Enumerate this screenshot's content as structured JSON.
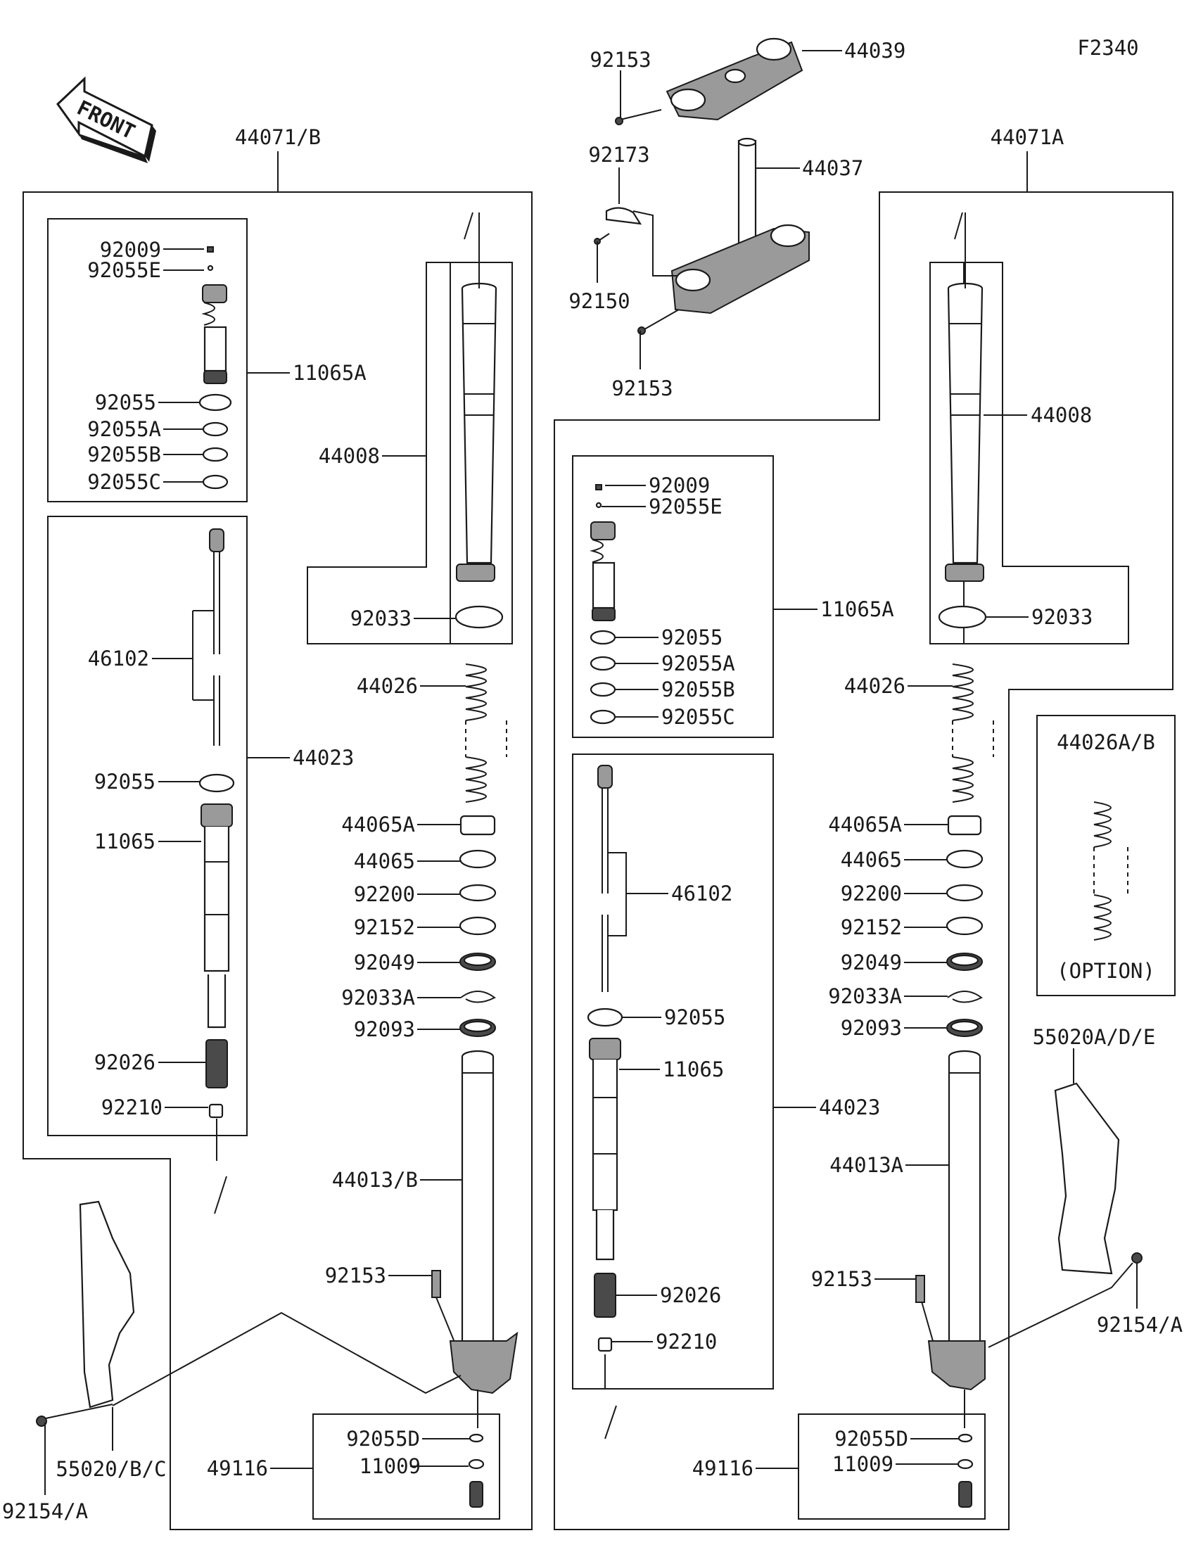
{
  "diagram_code": "F2340",
  "front_arrow_text": "FRONT",
  "callouts": [
    {
      "id": "c01",
      "text": "44071/B",
      "anchor": "middle"
    },
    {
      "id": "c02",
      "text": "92009",
      "anchor": "end"
    },
    {
      "id": "c03",
      "text": "92055E",
      "anchor": "end"
    },
    {
      "id": "c04",
      "text": "11065A",
      "anchor": "start"
    },
    {
      "id": "c05",
      "text": "92055",
      "anchor": "end"
    },
    {
      "id": "c06",
      "text": "92055A",
      "anchor": "end"
    },
    {
      "id": "c07",
      "text": "92055B",
      "anchor": "end"
    },
    {
      "id": "c08",
      "text": "92055C",
      "anchor": "end"
    },
    {
      "id": "c09",
      "text": "46102",
      "anchor": "end"
    },
    {
      "id": "c10",
      "text": "44023",
      "anchor": "start"
    },
    {
      "id": "c11",
      "text": "92055",
      "anchor": "end"
    },
    {
      "id": "c12",
      "text": "11065",
      "anchor": "end"
    },
    {
      "id": "c13",
      "text": "92026",
      "anchor": "end"
    },
    {
      "id": "c14",
      "text": "92210",
      "anchor": "end"
    },
    {
      "id": "c15",
      "text": "44008",
      "anchor": "end"
    },
    {
      "id": "c16",
      "text": "92033",
      "anchor": "end"
    },
    {
      "id": "c17",
      "text": "44026",
      "anchor": "end"
    },
    {
      "id": "c18",
      "text": "44065A",
      "anchor": "end"
    },
    {
      "id": "c19",
      "text": "44065",
      "anchor": "end"
    },
    {
      "id": "c20",
      "text": "92200",
      "anchor": "end"
    },
    {
      "id": "c21",
      "text": "92152",
      "anchor": "end"
    },
    {
      "id": "c22",
      "text": "92049",
      "anchor": "end"
    },
    {
      "id": "c23",
      "text": "92033A",
      "anchor": "end"
    },
    {
      "id": "c24",
      "text": "92093",
      "anchor": "end"
    },
    {
      "id": "c25",
      "text": "44013/B",
      "anchor": "end"
    },
    {
      "id": "c26",
      "text": "92153",
      "anchor": "end"
    },
    {
      "id": "c27",
      "text": "92055D",
      "anchor": "end"
    },
    {
      "id": "c28",
      "text": "11009",
      "anchor": "end"
    },
    {
      "id": "c29",
      "text": "49116",
      "anchor": "end"
    },
    {
      "id": "c30",
      "text": "55020/B/C",
      "anchor": "middle"
    },
    {
      "id": "c31",
      "text": "92154/A",
      "anchor": "middle"
    },
    {
      "id": "c32",
      "text": "92153",
      "anchor": "middle"
    },
    {
      "id": "c33",
      "text": "44039",
      "anchor": "start"
    },
    {
      "id": "c34",
      "text": "92173",
      "anchor": "middle"
    },
    {
      "id": "c35",
      "text": "44037",
      "anchor": "start"
    },
    {
      "id": "c36",
      "text": "92150",
      "anchor": "middle"
    },
    {
      "id": "c37",
      "text": "92153",
      "anchor": "middle"
    },
    {
      "id": "c38",
      "text": "44071A",
      "anchor": "middle"
    },
    {
      "id": "c39",
      "text": "92009",
      "anchor": "start"
    },
    {
      "id": "c40",
      "text": "92055E",
      "anchor": "start"
    },
    {
      "id": "c41",
      "text": "11065A",
      "anchor": "start"
    },
    {
      "id": "c42",
      "text": "92055",
      "anchor": "start"
    },
    {
      "id": "c43",
      "text": "92055A",
      "anchor": "start"
    },
    {
      "id": "c44",
      "text": "92055B",
      "anchor": "start"
    },
    {
      "id": "c45",
      "text": "92055C",
      "anchor": "start"
    },
    {
      "id": "c46",
      "text": "46102",
      "anchor": "start"
    },
    {
      "id": "c47",
      "text": "92055",
      "anchor": "start"
    },
    {
      "id": "c48",
      "text": "11065",
      "anchor": "start"
    },
    {
      "id": "c49",
      "text": "44023",
      "anchor": "start"
    },
    {
      "id": "c50",
      "text": "92026",
      "anchor": "start"
    },
    {
      "id": "c51",
      "text": "92210",
      "anchor": "start"
    },
    {
      "id": "c52",
      "text": "44008",
      "anchor": "start"
    },
    {
      "id": "c53",
      "text": "92033",
      "anchor": "start"
    },
    {
      "id": "c54",
      "text": "44026",
      "anchor": "end"
    },
    {
      "id": "c55",
      "text": "44065A",
      "anchor": "end"
    },
    {
      "id": "c56",
      "text": "44065",
      "anchor": "end"
    },
    {
      "id": "c57",
      "text": "92200",
      "anchor": "end"
    },
    {
      "id": "c58",
      "text": "92152",
      "anchor": "end"
    },
    {
      "id": "c59",
      "text": "92049",
      "anchor": "end"
    },
    {
      "id": "c60",
      "text": "92033A",
      "anchor": "end"
    },
    {
      "id": "c61",
      "text": "92093",
      "anchor": "end"
    },
    {
      "id": "c62",
      "text": "44013A",
      "anchor": "end"
    },
    {
      "id": "c63",
      "text": "92153",
      "anchor": "end"
    },
    {
      "id": "c64",
      "text": "92055D",
      "anchor": "end"
    },
    {
      "id": "c65",
      "text": "11009",
      "anchor": "end"
    },
    {
      "id": "c66",
      "text": "49116",
      "anchor": "end"
    },
    {
      "id": "c67",
      "text": "44026A/B",
      "anchor": "middle"
    },
    {
      "id": "c68",
      "text": "(OPTION)",
      "anchor": "middle"
    },
    {
      "id": "c69",
      "text": "55020A/D/E",
      "anchor": "middle"
    },
    {
      "id": "c70",
      "text": "92154/A",
      "anchor": "middle"
    }
  ]
}
